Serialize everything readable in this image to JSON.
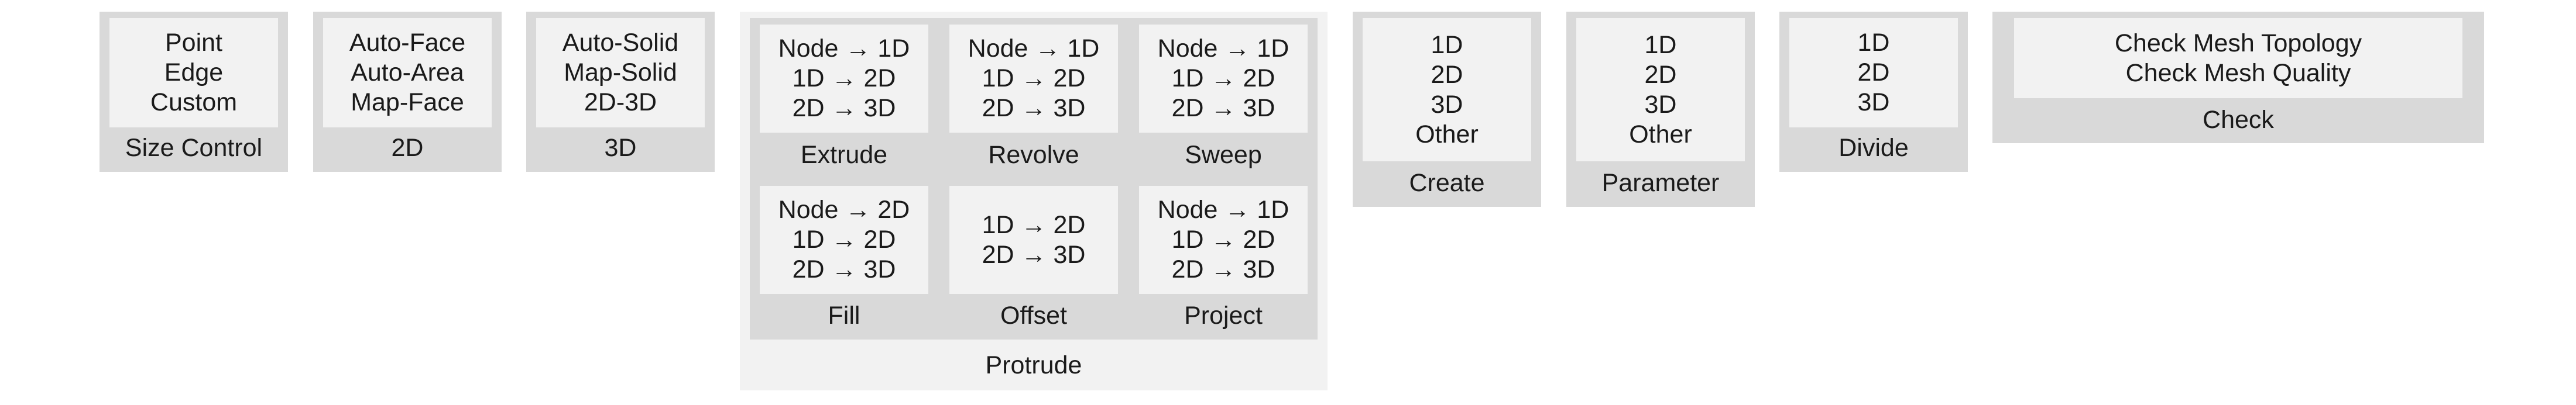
{
  "groups": {
    "size_control": {
      "items": [
        "Point",
        "Edge",
        "Custom"
      ],
      "label": "Size Control"
    },
    "mesh_2d": {
      "items": [
        "Auto-Face",
        "Auto-Area",
        "Map-Face"
      ],
      "label": "2D"
    },
    "mesh_3d": {
      "items": [
        "Auto-Solid",
        "Map-Solid",
        "2D-3D"
      ],
      "label": "3D"
    },
    "protrude": {
      "label": "Protrude",
      "extrude": {
        "items": [
          "Node → 1D",
          "1D → 2D",
          "2D → 3D"
        ],
        "label": "Extrude"
      },
      "revolve": {
        "items": [
          "Node → 1D",
          "1D → 2D",
          "2D → 3D"
        ],
        "label": "Revolve"
      },
      "sweep": {
        "items": [
          "Node → 1D",
          "1D → 2D",
          "2D → 3D"
        ],
        "label": "Sweep"
      },
      "fill": {
        "items": [
          "Node → 2D",
          "1D → 2D",
          "2D → 3D"
        ],
        "label": "Fill"
      },
      "offset": {
        "items": [
          "1D → 2D",
          "2D → 3D"
        ],
        "label": "Offset"
      },
      "project": {
        "items": [
          "Node → 1D",
          "1D → 2D",
          "2D → 3D"
        ],
        "label": "Project"
      }
    },
    "create": {
      "items": [
        "1D",
        "2D",
        "3D",
        "Other"
      ],
      "label": "Create"
    },
    "parameter": {
      "items": [
        "1D",
        "2D",
        "3D",
        "Other"
      ],
      "label": "Parameter"
    },
    "divide": {
      "items": [
        "1D",
        "2D",
        "3D"
      ],
      "label": "Divide"
    },
    "check": {
      "items": [
        "Check Mesh Topology",
        "Check Mesh Quality"
      ],
      "label": "Check"
    }
  }
}
